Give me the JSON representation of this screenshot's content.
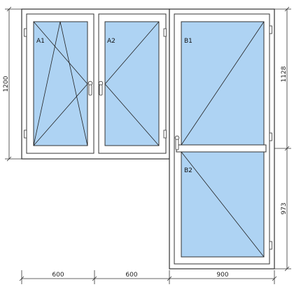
{
  "colors": {
    "frame_fill": "#ffffff",
    "frame_stroke": "#333333",
    "glass": "#aed3f3",
    "opening_lines": "#222222",
    "dimension_lines": "#333333",
    "mullion": "#ffffff"
  },
  "sashes": {
    "a1": {
      "label": "A1",
      "opening": "tilt-turn"
    },
    "a2": {
      "label": "A2",
      "opening": "turn"
    },
    "b1": {
      "label": "B1",
      "opening": "turn"
    },
    "b2": {
      "label": "B2",
      "opening": "fixed-below-transom"
    }
  },
  "dimensions": {
    "bottom": [
      "600",
      "600",
      "900"
    ],
    "left_height": "1200",
    "right_top": "1128",
    "right_bottom": "973"
  },
  "icons": {
    "handle": "window-handle-icon",
    "hinge": "hinge-icon"
  }
}
